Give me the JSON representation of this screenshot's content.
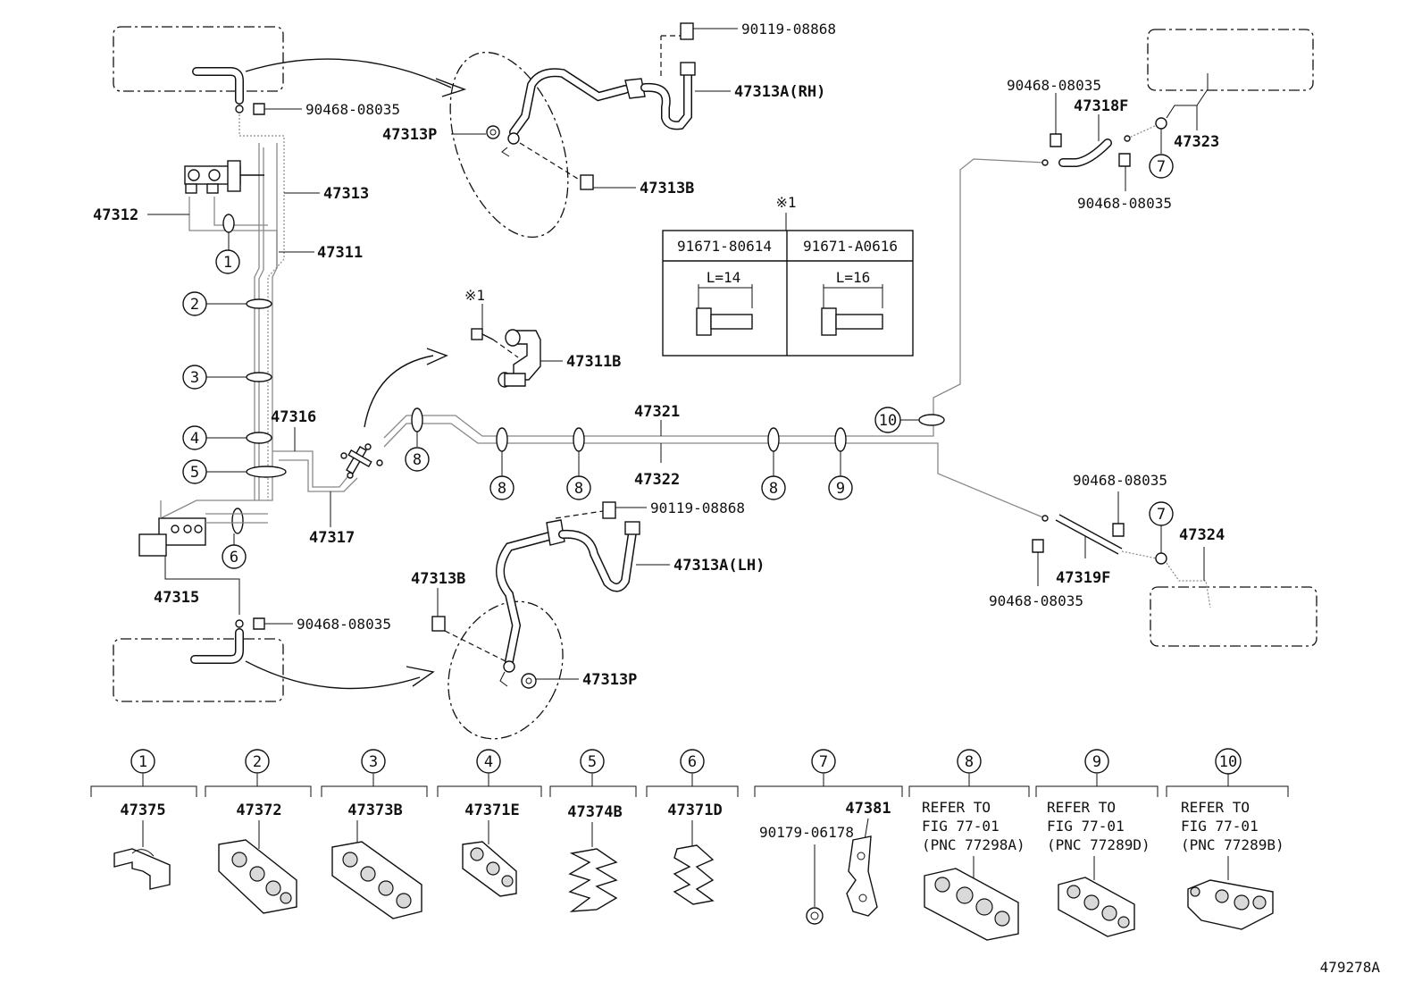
{
  "diagram_id": "479278A",
  "parts": {
    "p90119_08868_top": "90119-08868",
    "p47313A_RH": "47313A(RH)",
    "p47313P_top": "47313P",
    "p47313B_top": "47313B",
    "p90468_08035_tl": "90468-08035",
    "p47313": "47313",
    "p47312": "47312",
    "p47311": "47311",
    "p47316": "47316",
    "p47317": "47317",
    "p47315": "47315",
    "p90468_08035_bl": "90468-08035",
    "p47311B": "47311B",
    "note_x1_bolt": "※1",
    "p47321": "47321",
    "p47322": "47322",
    "p90119_08868_mid": "90119-08868",
    "p47313A_LH": "47313A(LH)",
    "p47313B_low": "47313B",
    "p47313P_low": "47313P",
    "p90468_08035_tr": "90468-08035",
    "p47318F": "47318F",
    "p47323": "47323",
    "p90468_08035_tr2": "90468-08035",
    "p90468_08035_r1": "90468-08035",
    "p47324": "47324",
    "p47319F": "47319F",
    "p90468_08035_r2": "90468-08035"
  },
  "bolt_table": {
    "note": "※1",
    "col1": "91671-80614",
    "col2": "91671-A0616",
    "len1": "L=14",
    "len2": "L=16"
  },
  "callouts": [
    "1",
    "2",
    "3",
    "4",
    "5",
    "6",
    "7",
    "8",
    "9",
    "10"
  ],
  "legend": [
    {
      "num": "1",
      "pn": "47375"
    },
    {
      "num": "2",
      "pn": "47372"
    },
    {
      "num": "3",
      "pn": "47373B"
    },
    {
      "num": "4",
      "pn": "47371E"
    },
    {
      "num": "5",
      "pn": "47374B"
    },
    {
      "num": "6",
      "pn": "47371D"
    },
    {
      "num": "7",
      "pn": "47381",
      "extra": "90179-06178"
    },
    {
      "num": "8",
      "ref1": "REFER TO",
      "ref2": "FIG 77-01",
      "ref3": "(PNC 77298A)"
    },
    {
      "num": "9",
      "ref1": "REFER TO",
      "ref2": "FIG 77-01",
      "ref3": "(PNC 77289D)"
    },
    {
      "num": "10",
      "ref1": "REFER TO",
      "ref2": "FIG 77-01",
      "ref3": "(PNC 77289B)"
    }
  ]
}
